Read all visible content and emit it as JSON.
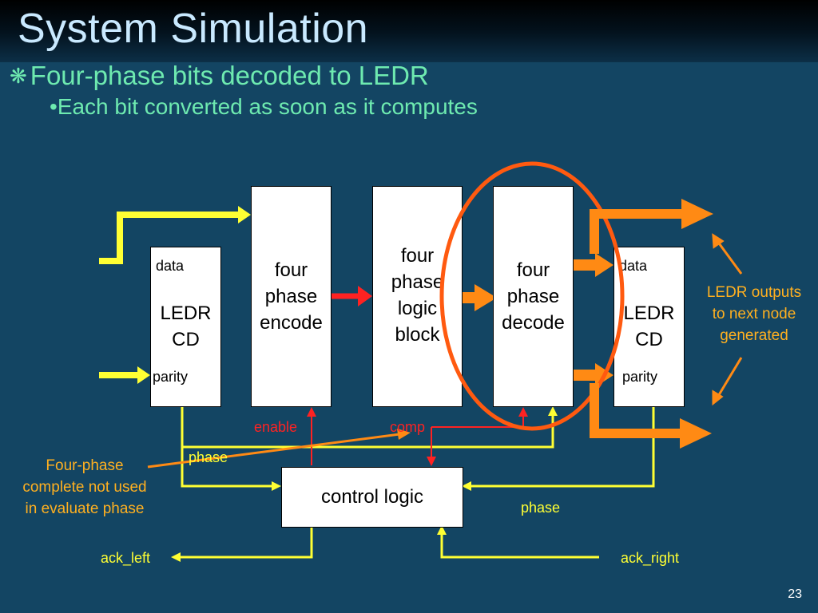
{
  "slide": {
    "title": "System Simulation",
    "bullet": "Four-phase bits decoded to LEDR",
    "sub_bullet": "Each bit converted as soon as it computes",
    "page_number": "23"
  },
  "diagram": {
    "left_ledr": {
      "line1": "LEDR",
      "line2": "CD",
      "port_data": "data",
      "port_parity": "parity"
    },
    "encode_block": {
      "line1": "four",
      "line2": "phase",
      "line3": "encode"
    },
    "logic_block": {
      "line1": "four",
      "line2": "phase",
      "line3": "logic",
      "line4": "block"
    },
    "decode_block": {
      "line1": "four",
      "line2": "phase",
      "line3": "decode"
    },
    "right_ledr": {
      "line1": "LEDR",
      "line2": "CD",
      "port_data": "data",
      "port_parity": "parity"
    },
    "control_logic": "control logic",
    "labels": {
      "enable": "enable",
      "comp": "comp",
      "phase_left": "phase",
      "phase_right": "phase",
      "ack_left": "ack_left",
      "ack_right": "ack_right"
    },
    "notes": {
      "four_phase": {
        "line1": "Four-phase",
        "line2": "complete not used",
        "line3": "in evaluate phase"
      },
      "ledr_outputs": {
        "line1": "LEDR outputs",
        "line2": "to next node",
        "line3": "generated"
      }
    }
  },
  "colors": {
    "background": "#134563",
    "title": "#c9e9ff",
    "bullet": "#6eeab0",
    "yellow_wire": "#ffff33",
    "red_wire": "#ff2222",
    "orange_highlight": "#ff8a14",
    "ellipse": "#ff5a10",
    "note_text": "#ffb020"
  },
  "icons": {
    "bullet_icon": "asterisk-icon"
  }
}
